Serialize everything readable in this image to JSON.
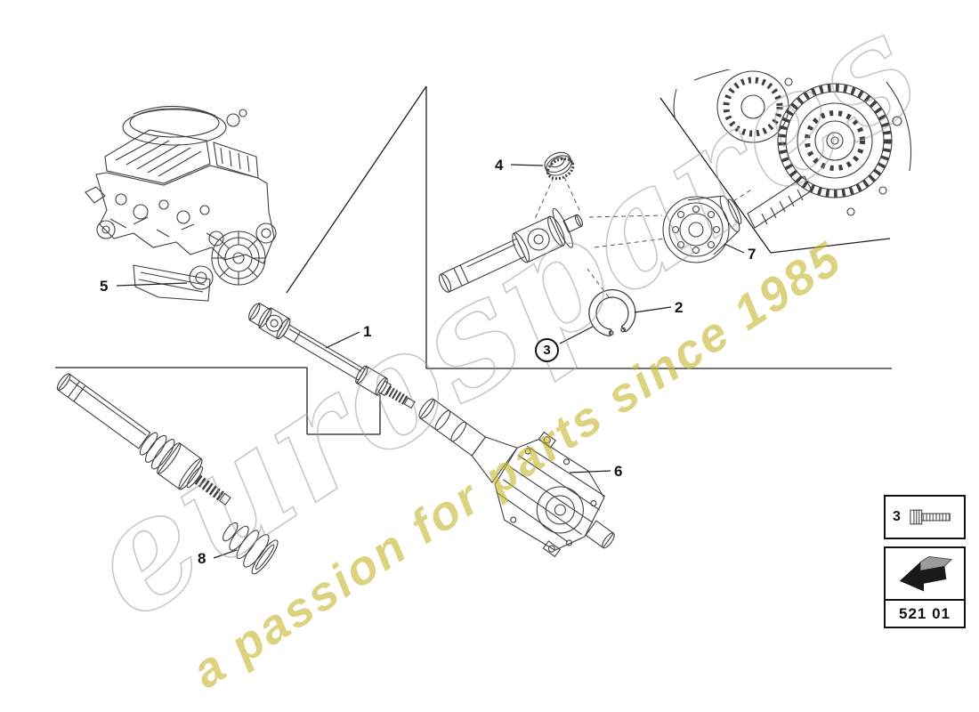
{
  "watermark": {
    "brand": "eurospares",
    "tagline": "a passion for parts since 1985"
  },
  "callouts": [
    {
      "ref": "1"
    },
    {
      "ref": "2"
    },
    {
      "ref": "3"
    },
    {
      "ref": "4"
    },
    {
      "ref": "5"
    },
    {
      "ref": "6"
    },
    {
      "ref": "7"
    },
    {
      "ref": "8"
    }
  ],
  "legend": {
    "fastener_ref": "3",
    "diagram_code": "521 01"
  },
  "colors": {
    "line_art": "#3f3f3f",
    "watermark_gray": "#9a9a9a",
    "watermark_yellow": "#c6b62e"
  }
}
